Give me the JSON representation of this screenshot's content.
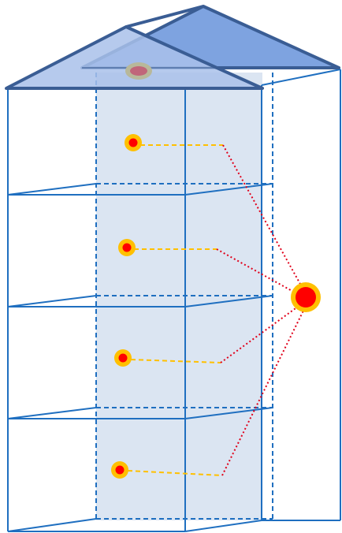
{
  "colors": {
    "frame_line": "#1f6fc0",
    "roof_fill_light": "#a9c1ea",
    "roof_fill_dark": "#7ea3e0",
    "roof_outline": "#3a5d94",
    "core_fill": "#dbe5f2",
    "source_node_fill": "#ff0000",
    "node_ring": "#ffc000",
    "horizontal_link": "#ffc000",
    "diagonal_link": "#e0001a",
    "roof_ellipse_outer": "#b8b89a",
    "roof_ellipse_inner": "#c0667a"
  },
  "diagram": {
    "floors": 4,
    "floor_nodes": 4,
    "central_source_node": 1,
    "horizontal_link_style": "dashed",
    "diagonal_link_style": "dotted"
  }
}
